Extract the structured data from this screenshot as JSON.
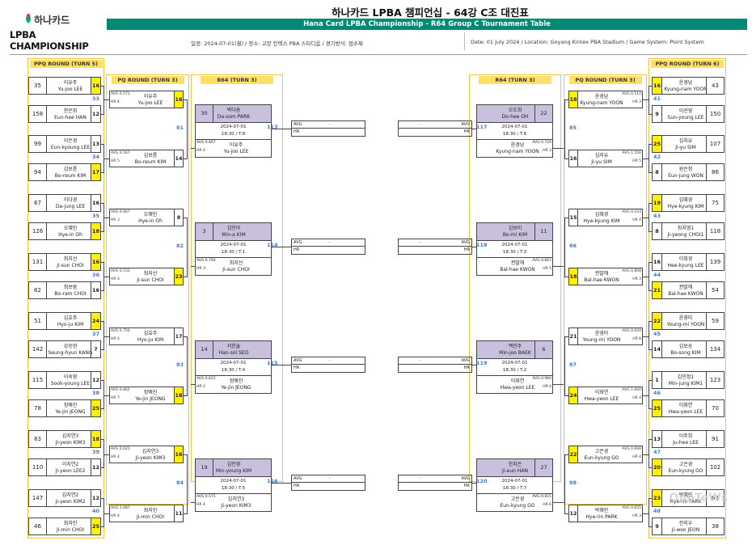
{
  "header": {
    "brand_kr": "하나카드",
    "brand_en": "LPBA CHAMPIONSHIP",
    "title": "하나카드 LPBA 챔피언십 - 64강 C조 대진표",
    "subtitle": "Hana Card LPBA Championship - R64 Group C Tournament Table",
    "info_ko": "일정: 2024-07-01(월) / 장소: 고양 킨텍스 PBA 스타디움 / 경기방식: 점수제",
    "info_en": "Date: 01 July 2024 / Location: Goyang Kintex PBA Stadium / Game System: Point System"
  },
  "rounds": {
    "ppq_left": "PPQ ROUND (TURN 5)",
    "pq_left": "PQ ROUND (TURN 3)",
    "r64_left": "R64 (TURN 3)",
    "r64_right": "R64 (TURN 3)",
    "pq_right": "PQ ROUND (TURN 3)",
    "ppq_right": "PPQ ROUND (TURN 6)"
  },
  "left_ppq": [
    {
      "seed": "35",
      "kr": "이유주",
      "en": "Yu-joo LEE",
      "score": "16",
      "win": true
    },
    {
      "seed": "158",
      "kr": "한은희",
      "en": "Eun-hee HAN",
      "score": "12",
      "win": false
    },
    {
      "seed": "99",
      "kr": "이은경",
      "en": "Eun-kyoung LEE",
      "score": "13",
      "win": false
    },
    {
      "seed": "94",
      "kr": "김보름",
      "en": "Bo-reum KIM",
      "score": "17",
      "win": true
    },
    {
      "seed": "67",
      "kr": "이다경",
      "en": "Da-jung LEE",
      "score": "16",
      "win": false
    },
    {
      "seed": "126",
      "kr": "오혜인",
      "en": "Hye-in Oh",
      "score": "18",
      "win": true
    },
    {
      "seed": "131",
      "kr": "최지선",
      "en": "Ji-sun CHOI",
      "score": "16",
      "win": true
    },
    {
      "seed": "62",
      "kr": "최보람",
      "en": "Bo-ram CHOI",
      "score": "16",
      "win": false
    },
    {
      "seed": "51",
      "kr": "김효주",
      "en": "Hyo-ju KIM",
      "score": "24",
      "win": true
    },
    {
      "seed": "142",
      "kr": "강승현",
      "en": "Seung-hyun KANG",
      "score": "7",
      "win": false
    },
    {
      "seed": "115",
      "kr": "이숙영",
      "en": "Sook-young LEE",
      "score": "12",
      "win": false
    },
    {
      "seed": "78",
      "kr": "정예진",
      "en": "Ye-jin JEONG",
      "score": "25",
      "win": true
    },
    {
      "seed": "83",
      "kr": "김지연3",
      "en": "Ji-yeon KIM3",
      "score": "18",
      "win": true
    },
    {
      "seed": "110",
      "kr": "이지연2",
      "en": "Ji-yeon LEE2",
      "score": "12",
      "win": false
    },
    {
      "seed": "147",
      "kr": "김지연2",
      "en": "Ji-yeon KIM2",
      "score": "12",
      "win": false
    },
    {
      "seed": "46",
      "kr": "최지민",
      "en": "Ji-min CHOI",
      "score": "25",
      "win": true
    }
  ],
  "left_ppq_matches": [
    "33",
    "34",
    "35",
    "36",
    "37",
    "38",
    "39",
    "40"
  ],
  "left_pq": [
    {
      "avg": "AVG 0.571",
      "hr": "HR 4",
      "kr": "이유주",
      "en": "Yu-joo LEE",
      "score": "16",
      "win": true
    },
    {
      "avg": "AVG 0.567",
      "hr": "HR 5",
      "kr": "김보름",
      "en": "Bo-reum KIM",
      "score": "14",
      "win": false
    },
    {
      "avg": "AVG 0.667",
      "hr": "HR 3",
      "kr": "오혜인",
      "en": "Hye-in Oh",
      "score": "8",
      "win": false
    },
    {
      "avg": "AVG 0.533",
      "hr": "HR 4",
      "kr": "최지선",
      "en": "Ji-sun CHOI",
      "score": "23",
      "win": true
    },
    {
      "avg": "AVG 0.750",
      "hr": "HR 4",
      "kr": "김효주",
      "en": "Hyo-ju KIM",
      "score": "17",
      "win": false
    },
    {
      "avg": "AVG 0.862",
      "hr": "HR 7",
      "kr": "정예진",
      "en": "Ye-jin JEONG",
      "score": "18",
      "win": true
    },
    {
      "avg": "AVG 0.621",
      "hr": "HR 4",
      "kr": "김지연3",
      "en": "Ji-yeon KIM3",
      "score": "16",
      "win": true
    },
    {
      "avg": "AVG 1.087",
      "hr": "HR 4",
      "kr": "최지민",
      "en": "Ji-min CHOI",
      "score": "11",
      "win": false
    }
  ],
  "left_pq_matches": [
    "81",
    "82",
    "83",
    "84"
  ],
  "left_r64": [
    {
      "seed": "30",
      "kr": "박다솜",
      "en": "Da-som PARK",
      "date": "2024-07-01",
      "time": "18:30 / T.8",
      "avg": "AVG 0.667",
      "hr": "HR 4",
      "kr2": "이유주",
      "en2": "Yu-joo LEE",
      "match": "113"
    },
    {
      "seed": "3",
      "kr": "김민아",
      "en": "Min-a KIM",
      "date": "2024-07-01",
      "time": "18:30 / T.1",
      "avg": "AVG 0.793",
      "hr": "HR 3",
      "kr2": "최지선",
      "en2": "Ji-sun CHOI",
      "match": "114"
    },
    {
      "seed": "14",
      "kr": "서한솔",
      "en": "Han-sol SEO",
      "date": "2024-07-01",
      "time": "18:30 / T.4",
      "avg": "AVG 0.621",
      "hr": "HR 2",
      "kr2": "정예진",
      "en2": "Ye-jin JEONG",
      "match": "115"
    },
    {
      "seed": "19",
      "kr": "김민영",
      "en": "Min-young KIM",
      "date": "2024-07-01",
      "time": "18:30 / T.5",
      "avg": "AVG 0.571",
      "hr": "HR 4",
      "kr2": "김지연3",
      "en2": "Ji-yeon KIM3",
      "match": "116"
    }
  ],
  "right_r64": [
    {
      "seed": "22",
      "kr": "오도희",
      "en": "Do-hee OH",
      "date": "2024-07-01",
      "time": "18:30 / T.6",
      "avg": "AVG 0.720",
      "hr": "HR 3",
      "kr2": "윤경남",
      "en2": "Kyung-nam YOON",
      "match": "117"
    },
    {
      "seed": "11",
      "kr": "김보미",
      "en": "Bo-mi KIM",
      "date": "2024-07-01",
      "time": "18:30 / T.3",
      "avg": "AVG 0.667",
      "hr": "HR 5",
      "kr2": "권발해",
      "en2": "Bal-hae KWON",
      "match": "118"
    },
    {
      "seed": "6",
      "kr": "백민주",
      "en": "Min-joo BAEK",
      "date": "2024-07-01",
      "time": "18:30 / T.2",
      "avg": "AVG 0.960",
      "hr": "HR 4",
      "kr2": "이화연",
      "en2": "Hwa-yeon LEE",
      "match": "119"
    },
    {
      "seed": "27",
      "kr": "한지은",
      "en": "Ji-eun HAN",
      "date": "2024-07-01",
      "time": "18:30 / T.7",
      "avg": "AVG 0.815",
      "hr": "HR 6",
      "kr2": "고은경",
      "en2": "Eun-kyung GO",
      "match": "120"
    }
  ],
  "right_pq": [
    {
      "avg": "AVG 0.514",
      "hr": "HR 3",
      "kr": "윤경남",
      "en": "Kyung-nam YOON",
      "score": "18",
      "win": true
    },
    {
      "avg": "AVG 1.556",
      "hr": "HR 5",
      "kr": "심지유",
      "en": "Ji-yu SIM",
      "score": "16",
      "win": false
    },
    {
      "avg": "AVG 0.433",
      "hr": "HR 4",
      "kr": "김혜경",
      "en": "Hye-kyung KIM",
      "score": "15",
      "win": false
    },
    {
      "avg": "AVG 0.808",
      "hr": "HR 3",
      "kr": "권발해",
      "en": "Bal-hae KWON",
      "score": "18",
      "win": true
    },
    {
      "avg": "AVG 0.629",
      "hr": "HR 8",
      "kr": "윤영미",
      "en": "Young-mi YOON",
      "score": "21",
      "win": false
    },
    {
      "avg": "AVG 1.000",
      "hr": "HR 4",
      "kr": "이화연",
      "en": "Hwa-yeon LEE",
      "score": "24",
      "win": true
    },
    {
      "avg": "AVG 0.690",
      "hr": "HR 4",
      "kr": "고은경",
      "en": "Eun-kyung GO",
      "score": "22",
      "win": true
    },
    {
      "avg": "AVG 0.655",
      "hr": "HR 3",
      "kr": "박혜린",
      "en": "Hye-rin PARK",
      "score": "12",
      "win": false
    }
  ],
  "right_pq_matches": [
    "85",
    "86",
    "87",
    "88"
  ],
  "right_ppq": [
    {
      "seed": "43",
      "kr": "윤경남",
      "en": "Kyung-nam YOON",
      "score": "16",
      "win": true
    },
    {
      "seed": "150",
      "kr": "이선영",
      "en": "Sun-young LEE",
      "score": "9",
      "win": false
    },
    {
      "seed": "107",
      "kr": "심지유",
      "en": "Ji-yu SIM",
      "score": "25",
      "win": true
    },
    {
      "seed": "86",
      "kr": "원은정",
      "en": "Eun-jung WON",
      "score": "8",
      "win": false
    },
    {
      "seed": "75",
      "kr": "김혜경",
      "en": "Hye-kyung KIM",
      "score": "19",
      "win": true
    },
    {
      "seed": "118",
      "kr": "최지영1",
      "en": "Ji-yeong CHOI1",
      "score": "8",
      "win": false
    },
    {
      "seed": "139",
      "kr": "이희경",
      "en": "Hee-kyung LEE",
      "score": "16",
      "win": false
    },
    {
      "seed": "54",
      "kr": "권발해",
      "en": "Bal-hae KWON",
      "score": "21",
      "win": true
    },
    {
      "seed": "59",
      "kr": "윤영미",
      "en": "Young-mi YOON",
      "score": "22",
      "win": true
    },
    {
      "seed": "134",
      "kr": "김보송",
      "en": "Bo-song KIM",
      "score": "14",
      "win": false
    },
    {
      "seed": "123",
      "kr": "김민정1",
      "en": "Min-jung KIM1",
      "score": "1",
      "win": false
    },
    {
      "seed": "70",
      "kr": "이화연",
      "en": "Hwa-yeon LEE",
      "score": "25",
      "win": true
    },
    {
      "seed": "91",
      "kr": "이주희",
      "en": "Ju-hee LEE",
      "score": "13",
      "win": false
    },
    {
      "seed": "102",
      "kr": "고은경",
      "en": "Eun-kyung GO",
      "score": "20",
      "win": true
    },
    {
      "seed": "63",
      "kr": "박혜린",
      "en": "Hye-rin PARK",
      "score": "23",
      "win": true
    },
    {
      "seed": "38",
      "kr": "전지우",
      "en": "Ji-woo JEON",
      "score": "9",
      "win": false
    }
  ],
  "right_ppq_matches": [
    "41",
    "42",
    "43",
    "44",
    "45",
    "46",
    "47",
    "48"
  ],
  "result": {
    "avg": "AVG",
    "hr": "HR",
    "dash": "-"
  },
  "watermark": "OnoTeWs"
}
